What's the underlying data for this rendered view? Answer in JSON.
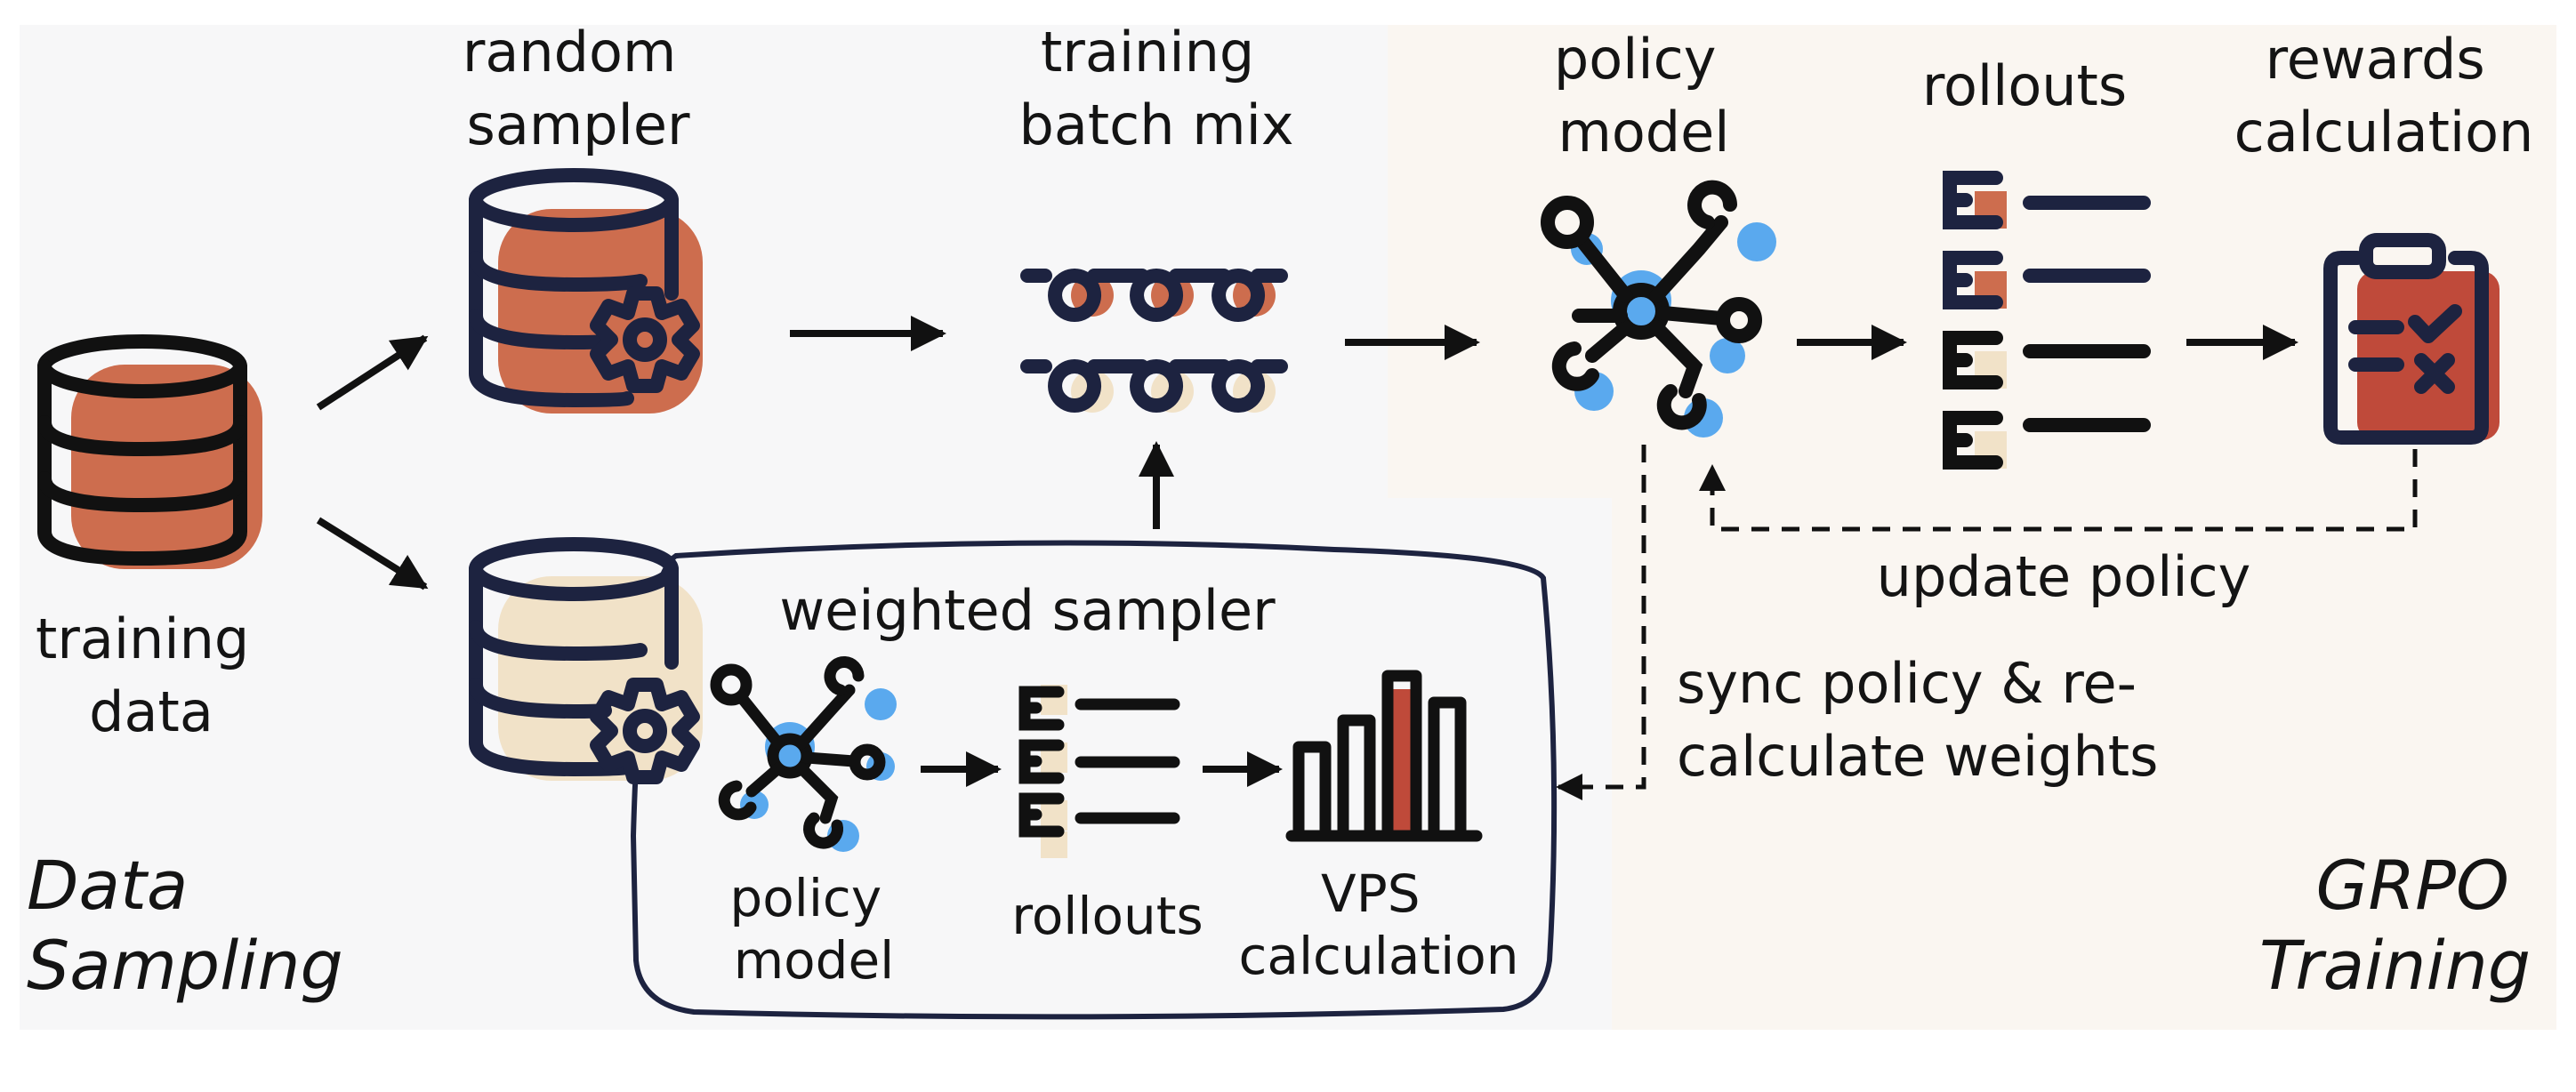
{
  "regions": {
    "data_sampling": [
      "Data",
      "Sampling"
    ],
    "grpo_training": [
      "GRPO",
      "Training"
    ]
  },
  "nodes": {
    "training_data": [
      "training",
      "data"
    ],
    "random_sampler": [
      "random",
      "sampler"
    ],
    "training_batch_mix": [
      "training",
      "batch mix"
    ],
    "policy_model_top": [
      "policy",
      "model"
    ],
    "rollouts_top": "rollouts",
    "rewards_calculation": [
      "rewards",
      "calculation"
    ],
    "weighted_sampler": "weighted sampler",
    "policy_model_inner": [
      "policy",
      "model"
    ],
    "rollouts_inner": "rollouts",
    "vps_calculation": [
      "VPS",
      "calculation"
    ]
  },
  "edges": {
    "update_policy": "update policy",
    "sync_policy": [
      "sync policy & re-",
      "calculate weights"
    ]
  },
  "colors": {
    "data_sampling_bg": "#f7f7f8",
    "grpo_bg": "#faf6f1",
    "navy": "#1d2340",
    "terracotta": "#cd6d4e",
    "beige": "#f1e2c8",
    "blue": "#5aa9ee",
    "red": "#bf4a3a"
  }
}
